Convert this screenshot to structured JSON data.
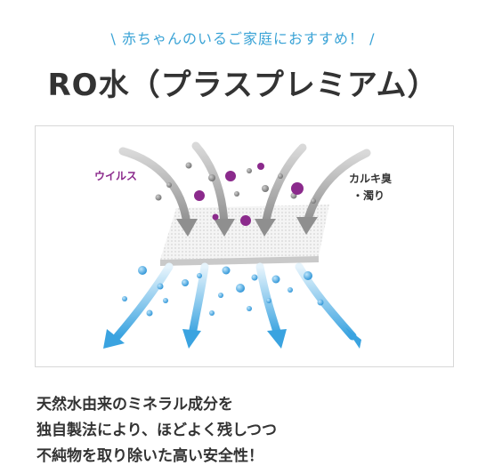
{
  "tagline": "\\ 赤ちゃんのいるご家庭におすすめ！ /",
  "title": "RO水（プラスプレミアム）",
  "figure": {
    "label_virus": "ウイルス",
    "label_chlorine_line1": "カルキ臭",
    "label_chlorine_line2": "・濁り",
    "colors": {
      "virus": "#8b2a8c",
      "arrow_in": "#9a9a9a",
      "arrow_out": "#3aa3e0",
      "particle": "#9a9a9a",
      "water": "#3aa3e0"
    }
  },
  "description": {
    "line1": "天然水由来のミネラル成分を",
    "line2": "独自製法により、ほどよく残しつつ",
    "line3": "不純物を取り除いた高い安全性！"
  }
}
